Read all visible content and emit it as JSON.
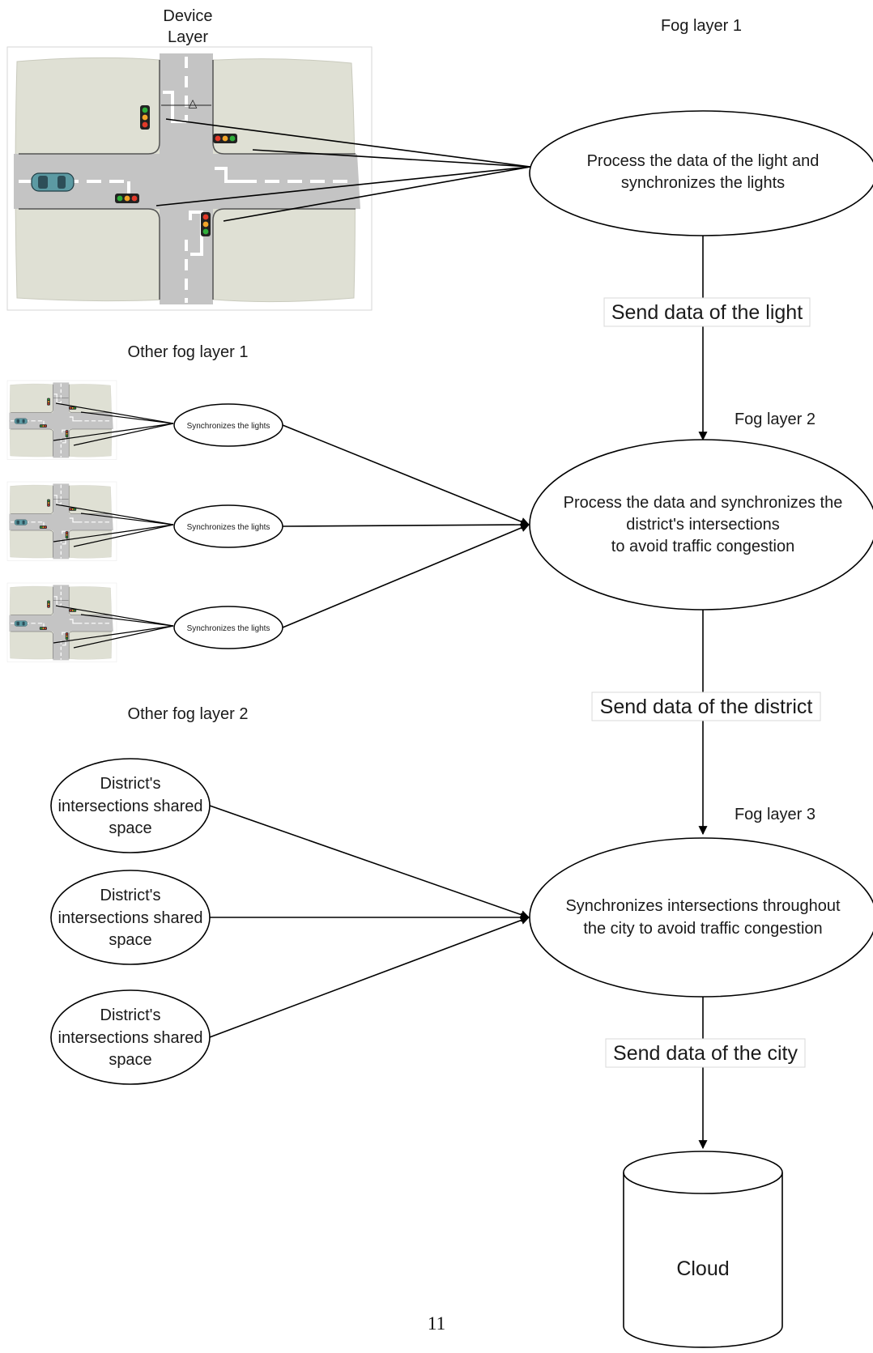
{
  "colors": {
    "stroke": "#000000",
    "ground": "#dfe0d4",
    "road": "#c4c4c4",
    "lane_marking": "#ffffff",
    "light_housing": "#222222",
    "light_red": "#e23a2a",
    "light_amber": "#f2a52a",
    "light_green": "#2fae3a",
    "car_body": "#5c9aa3"
  },
  "layers": {
    "device": {
      "line1": "Device",
      "line2": "Layer"
    },
    "fog1": {
      "title": "Fog layer 1",
      "node": {
        "line1": "Process the data of the light and",
        "line2": "synchronizes the lights"
      }
    },
    "other_fog1": {
      "title": "Other fog layer 1",
      "node_label": "Synchronizes the lights"
    },
    "fog2": {
      "title": "Fog layer 2",
      "node": {
        "line1": "Process the data and synchronizes the",
        "line2": "district's intersections",
        "line3": "to avoid traffic congestion"
      }
    },
    "other_fog2": {
      "title": "Other fog layer 2",
      "node": {
        "line1": "District's",
        "line2": "intersections shared",
        "line3": "space"
      }
    },
    "fog3": {
      "title": "Fog layer 3",
      "node": {
        "line1": "Synchronizes intersections throughout",
        "line2": "the city to avoid traffic congestion"
      }
    },
    "cloud": {
      "label": "Cloud"
    }
  },
  "edges": {
    "fog1_to_fog2": "Send data of the light",
    "fog2_to_fog3": "Send data of the district",
    "fog3_to_cloud": "Send data of the city"
  },
  "intersection": {
    "width_marker": "△"
  },
  "icons": [
    "traffic-light-icon",
    "car-icon",
    "arrowhead-icon"
  ],
  "page_number": "11"
}
